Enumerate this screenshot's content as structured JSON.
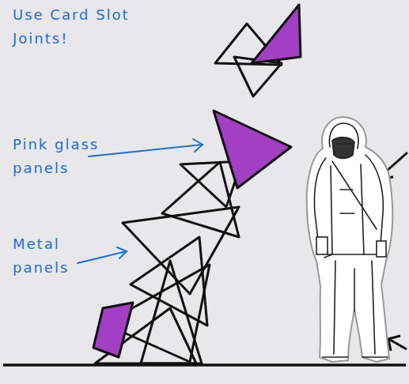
{
  "diagram": {
    "labels": [
      "Use Card Slot Joints!",
      "Pink glass panels",
      "Metal panels"
    ]
  }
}
